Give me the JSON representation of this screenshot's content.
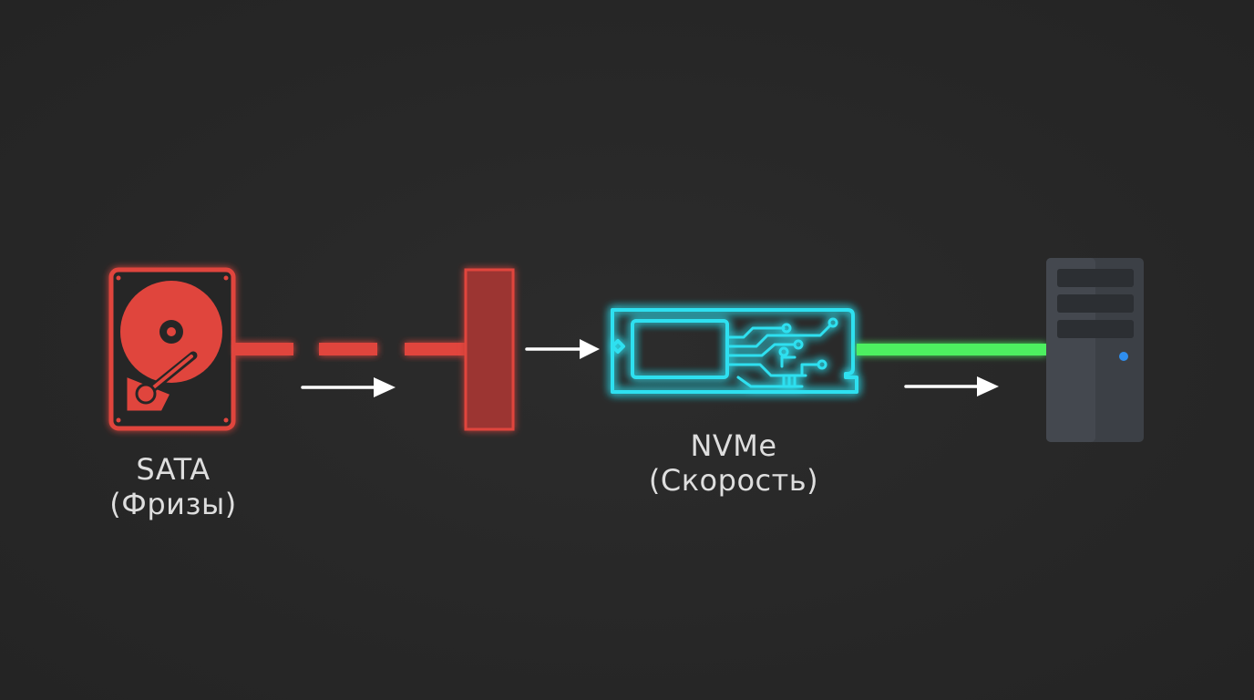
{
  "sata": {
    "title": "SATA",
    "subtitle": "(Фризы)",
    "color": "#e0443c",
    "icon": "hard-drive-icon"
  },
  "nvme": {
    "title": "NVMe",
    "subtitle": "(Скорость)",
    "color": "#2fe0f0",
    "icon": "m2-ssd-icon"
  },
  "target": {
    "icon": "computer-tower-icon",
    "led_color": "#2f8ff0"
  },
  "links": {
    "slow_color": "#e0443c",
    "fast_color": "#4ef060",
    "arrow_color": "#ffffff"
  }
}
